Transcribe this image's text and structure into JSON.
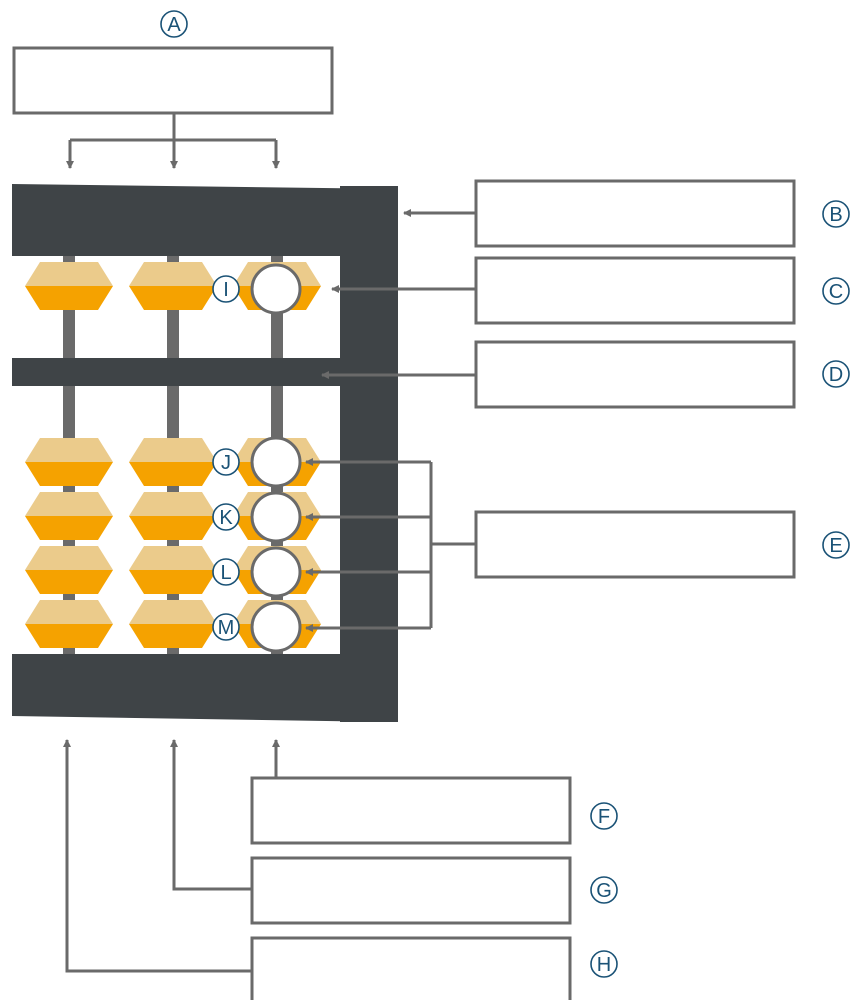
{
  "labels": {
    "A": "A",
    "B": "B",
    "C": "C",
    "D": "D",
    "E": "E",
    "F": "F",
    "G": "G",
    "H": "H",
    "I": "I",
    "J": "J",
    "K": "K",
    "L": "L",
    "M": "M"
  },
  "answer_boxes": {
    "A": "",
    "B": "",
    "C": "",
    "D": "",
    "E": "",
    "F": "",
    "G": "",
    "H": ""
  },
  "colors": {
    "frame": "#3f4447",
    "rod": "#6a6a6a",
    "bead_top": "#ebcb8b",
    "bead_bottom": "#f5a200",
    "connector": "#6a6a6a",
    "box_border": "#6a6a6a",
    "label_ink": "#1a5276"
  }
}
